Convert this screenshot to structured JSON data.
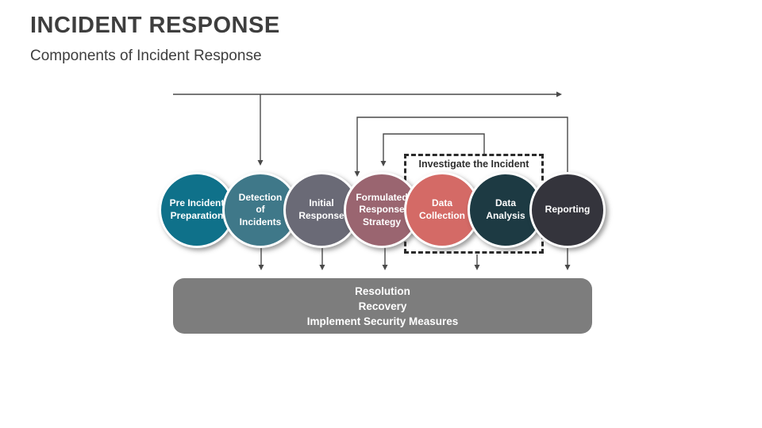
{
  "slide": {
    "title": "INCIDENT RESPONSE",
    "subtitle": "Components of Incident Response"
  },
  "colors": {
    "title_text": "#3e3e3e",
    "connector_line": "#4a4a4a",
    "dashed_border": "#2b2b2b",
    "bottom_box_bg": "#7d7d7d",
    "circle_text": "#ffffff"
  },
  "circles": [
    {
      "name": "pre-incident-preparation",
      "label": "Pre Incident\nPreparation",
      "color": "#0f718a"
    },
    {
      "name": "detection-of-incidents",
      "label": "Detection\nof\nIncidents",
      "color": "#3f7889"
    },
    {
      "name": "initial-response",
      "label": "Initial\nResponse",
      "color": "#6a6a76"
    },
    {
      "name": "formulated-response-strategy",
      "label": "Formulated\nResponse\nStrategy",
      "color": "#9a6570"
    },
    {
      "name": "data-collection",
      "label": "Data\nCollection",
      "color": "#d46a66"
    },
    {
      "name": "data-analysis",
      "label": "Data\nAnalysis",
      "color": "#1d3a43"
    },
    {
      "name": "reporting",
      "label": "Reporting",
      "color": "#34343c"
    }
  ],
  "investigate_box": {
    "label": "Investigate the Incident"
  },
  "bottom_box": {
    "lines": [
      "Resolution",
      "Recovery",
      "Implement Security Measures"
    ]
  }
}
